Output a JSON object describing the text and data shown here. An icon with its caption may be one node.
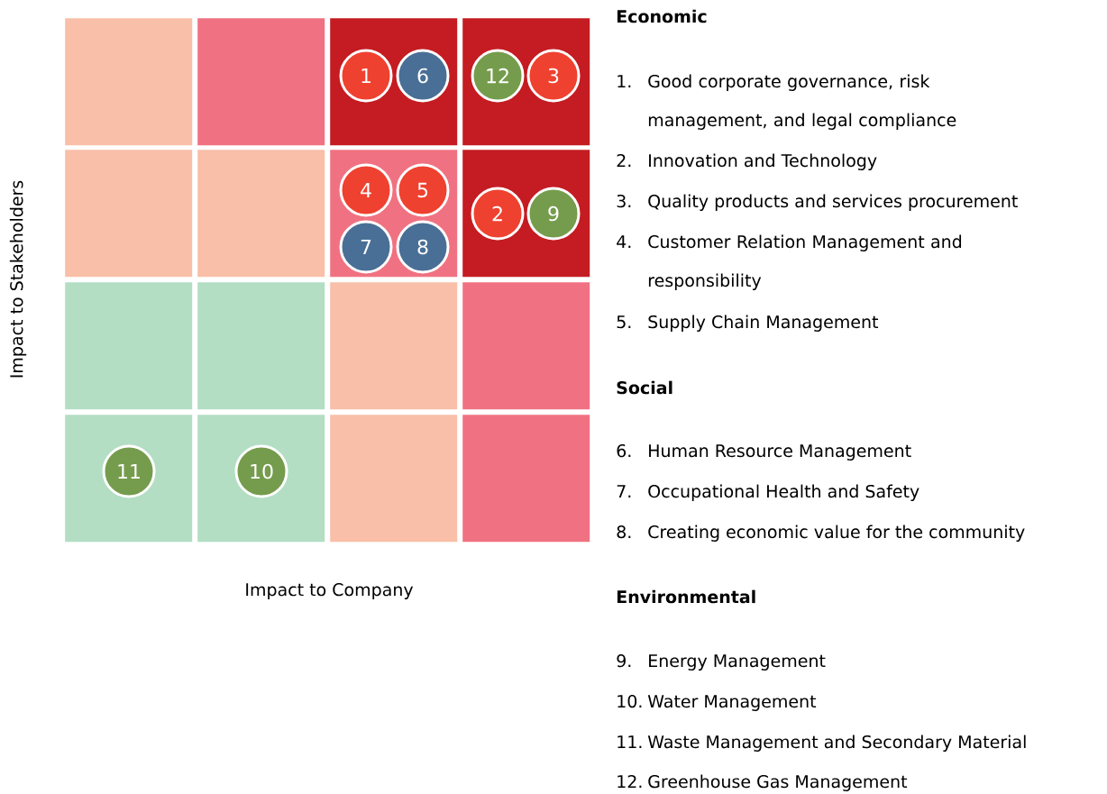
{
  "diagram": {
    "nodes": [
      {
        "text": [],
        "shape": "box"
      },
      {
        "text": [],
        "shape": "box"
      },
      {
        "text": [],
        "shape": "box"
      },
      {
        "text": [
          "1"
        ],
        "in": 2
      },
      {
        "text": [
          "6"
        ],
        "in": 2
      },
      {
        "text": [],
        "shape": "box"
      },
      {
        "text": [
          "12"
        ],
        "in": 5
      },
      {
        "text": [
          "3"
        ],
        "in": 5
      },
      {
        "text": [],
        "shape": "box"
      },
      {
        "text": [],
        "shape": "box"
      },
      {
        "text": [],
        "shape": "box"
      },
      {
        "text": [
          "4"
        ],
        "in": 10
      },
      {
        "text": [
          "5"
        ],
        "in": 10
      },
      {
        "text": [
          "7"
        ],
        "in": 10
      },
      {
        "text": [
          "8"
        ],
        "in": 10
      },
      {
        "text": [],
        "shape": "box"
      },
      {
        "text": [
          "2"
        ],
        "in": 15
      },
      {
        "text": [
          "9"
        ],
        "in": 15
      },
      {
        "text": [],
        "shape": "box"
      },
      {
        "text": [],
        "shape": "box"
      },
      {
        "text": [],
        "shape": "box"
      },
      {
        "text": [],
        "shape": "box"
      },
      {
        "text": [],
        "shape": "box"
      },
      {
        "text": [
          "11"
        ],
        "in": 22
      },
      {
        "text": [],
        "shape": "box"
      },
      {
        "text": [
          "10"
        ],
        "in": 24
      },
      {
        "text": [],
        "shape": "box"
      },
      {
        "text": [],
        "shape": "box"
      }
    ],
    "labels": [
      "Impact to Stakeholders",
      "Impact to Company",
      "Economic",
      "1.",
      "Good corporate governance, risk management, and legal compliance",
      "2.",
      "Innovation and Technology",
      "3.",
      "Quality products and services procurement",
      "4.",
      "Customer Relation Management and responsibility",
      "5.",
      "Supply Chain Management",
      "Social",
      "6.",
      "Human Resource Management",
      "7.",
      "Occupational Health and Safety",
      "8.",
      "Creating economic value for the community",
      "Environmental",
      "9.",
      "Energy Management",
      "10.",
      "Water Management",
      "11.",
      "Waste Management and Secondary Material",
      "12.",
      "Greenhouse Gas Management"
    ]
  }
}
